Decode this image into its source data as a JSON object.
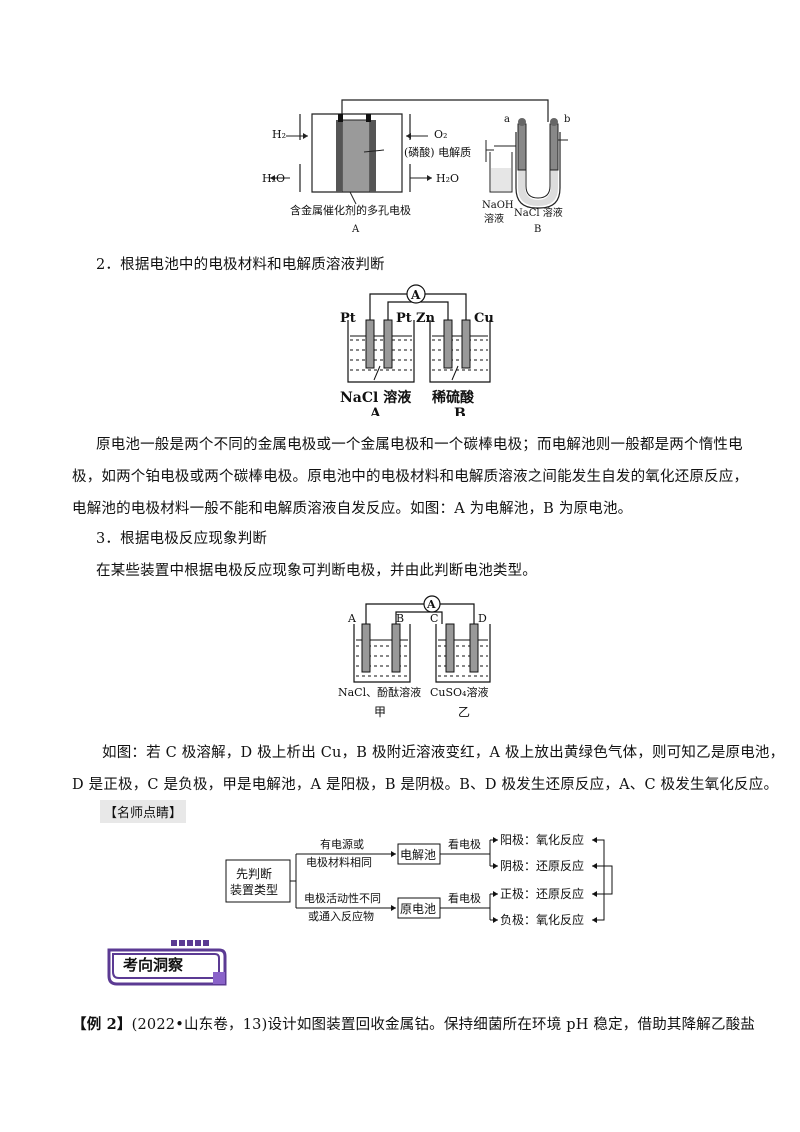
{
  "fig1": {
    "h2": "H₂",
    "o2": "O₂",
    "h2o_left": "H₂O",
    "h2o_right": "H₂O",
    "electrolyte": "(磷酸) 电解质",
    "electrode": "含金属催化剂的多孔电极",
    "label_a": "A",
    "a": "a",
    "b": "b",
    "naoh": "NaOH",
    "naoh_sol": "溶液",
    "nacl_sol": "NaCl 溶液",
    "label_b": "B"
  },
  "section2": {
    "heading": "2．根据电池中的电极材料和电解质溶液判断"
  },
  "fig2": {
    "ammeter": "A",
    "pt_left": "Pt",
    "pt_right": "Pt",
    "zn": "Zn",
    "cu": "Cu",
    "sol_left": "NaCl 溶液",
    "sol_right": "稀硫酸",
    "label_a": "A",
    "label_b": "B"
  },
  "para2": {
    "line1": "原电池一般是两个不同的金属电极或一个金属电极和一个碳棒电极；而电解池则一般都是两个惰性电",
    "line2": "极，如两个铂电极或两个碳棒电极。原电池中的电极材料和电解质溶液之间能发生自发的氧化还原反应，",
    "line3": "电解池的电极材料一般不能和电解质溶液自发反应。如图：A 为电解池，B 为原电池。"
  },
  "section3": {
    "heading": "3．根据电极反应现象判断",
    "intro": "在某些装置中根据电极反应现象可判断电极，并由此判断电池类型。"
  },
  "fig3": {
    "ammeter": "A",
    "a": "A",
    "b": "B",
    "c": "C",
    "d": "D",
    "sol_left": "NaCl、酚酞溶液",
    "sol_right": "CuSO₄溶液",
    "jia": "甲",
    "yi": "乙"
  },
  "para3": {
    "line1": "如图：若 C 极溶解，D 极上析出 Cu，B 极附近溶液变红，A 极上放出黄绿色气体，则可知乙是原电池，",
    "line2": "D 是正极，C 是负极，甲是电解池，A 是阳极，B 是阴极。B、D 极发生还原反应，A、C 极发生氧化反应。"
  },
  "tip": {
    "label": "【名师点睛】"
  },
  "flow": {
    "start_line1": "先判断",
    "start_line2": "装置类型",
    "cond_top_1": "有电源或",
    "cond_top_2": "电极材料相同",
    "cond_bot_1": "电极活动性不同",
    "cond_bot_2": "或通入反应物",
    "electrolytic": "电解池",
    "galvanic": "原电池",
    "look_top": "看电极",
    "look_bot": "看电极",
    "anode": "阳极：氧化反应",
    "cathode": "阴极：还原反应",
    "positive": "正极：还原反应",
    "negative": "负极：氧化反应"
  },
  "badge": {
    "text": "考向洞察"
  },
  "example": {
    "label": "【例 2】",
    "text": "(2022•山东卷，13)设计如图装置回收金属钴。保持细菌所在环境 pH 稳定，借助其降解乙酸盐"
  },
  "colors": {
    "badge_purple": "#5b3a93",
    "badge_accent": "#8a63c9",
    "text": "#111111"
  }
}
